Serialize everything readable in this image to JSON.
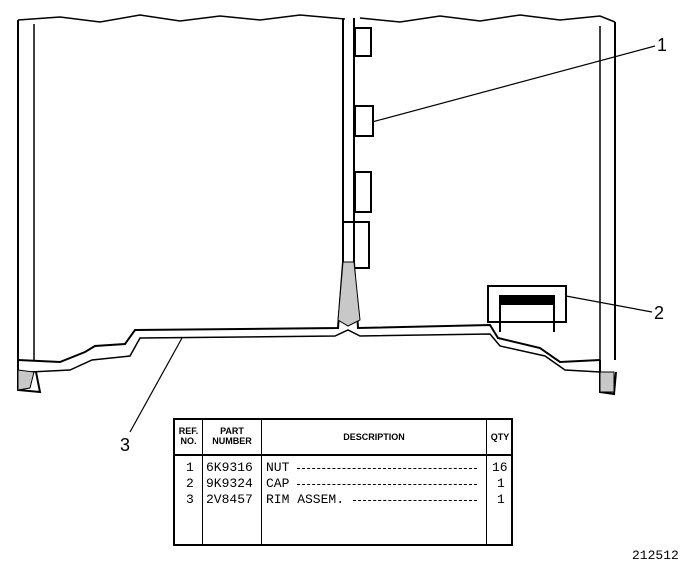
{
  "callouts": {
    "c1": "1",
    "c2": "2",
    "c3": "3"
  },
  "table": {
    "headers": {
      "ref_line1": "REF.",
      "ref_line2": "NO.",
      "part_line1": "PART",
      "part_line2": "NUMBER",
      "description": "DESCRIPTION",
      "qty": "QTY"
    },
    "rows": [
      {
        "ref": "1",
        "part": "6K9316",
        "desc": "NUT",
        "qty": "16"
      },
      {
        "ref": "2",
        "part": "9K9324",
        "desc": "CAP",
        "qty": "1"
      },
      {
        "ref": "3",
        "part": "2V8457",
        "desc": "RIM ASSEM.",
        "qty": "1"
      }
    ]
  },
  "figure_id": "212512"
}
